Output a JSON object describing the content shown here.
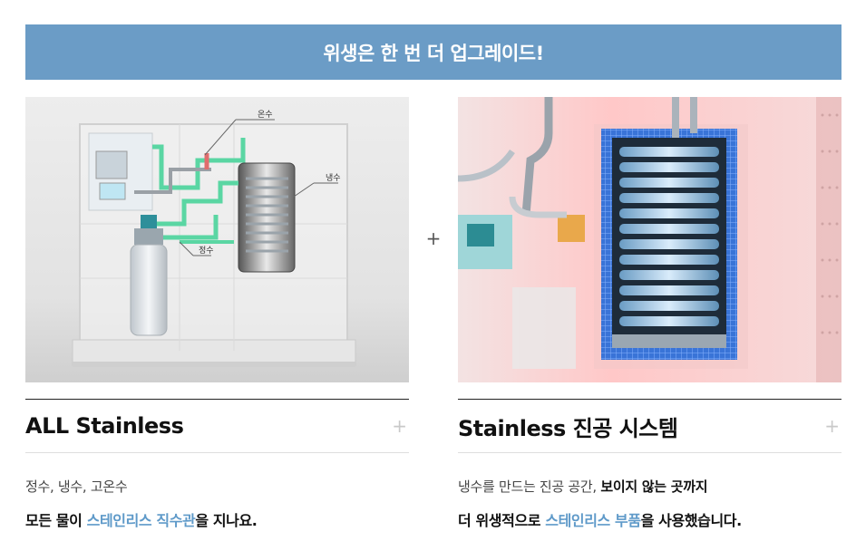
{
  "banner": {
    "title": "위생은 한 번 더 업그레이드!"
  },
  "plus_sign": "+",
  "left": {
    "labels": {
      "hot": "온수",
      "cold": "냉수",
      "purified": "정수"
    },
    "title": "ALL Stainless",
    "expand": "+",
    "line1": "정수, 냉수, 고온수",
    "line2_pre": "모든 물이 ",
    "line2_hl": "스테인리스 직수관",
    "line2_post": "을 지나요."
  },
  "right": {
    "title": "Stainless 진공 시스템",
    "expand": "+",
    "line1_pre": "냉수를 만드는 진공 공간, ",
    "line1_bold": "보이지 않는 곳까지",
    "line2_pre": "더 위생적으로 ",
    "line2_hl": "스테인리스 부품",
    "line2_post": "을 사용했습니다."
  },
  "colors": {
    "banner": "#6b9cc6",
    "highlight": "#5f9ac9"
  }
}
